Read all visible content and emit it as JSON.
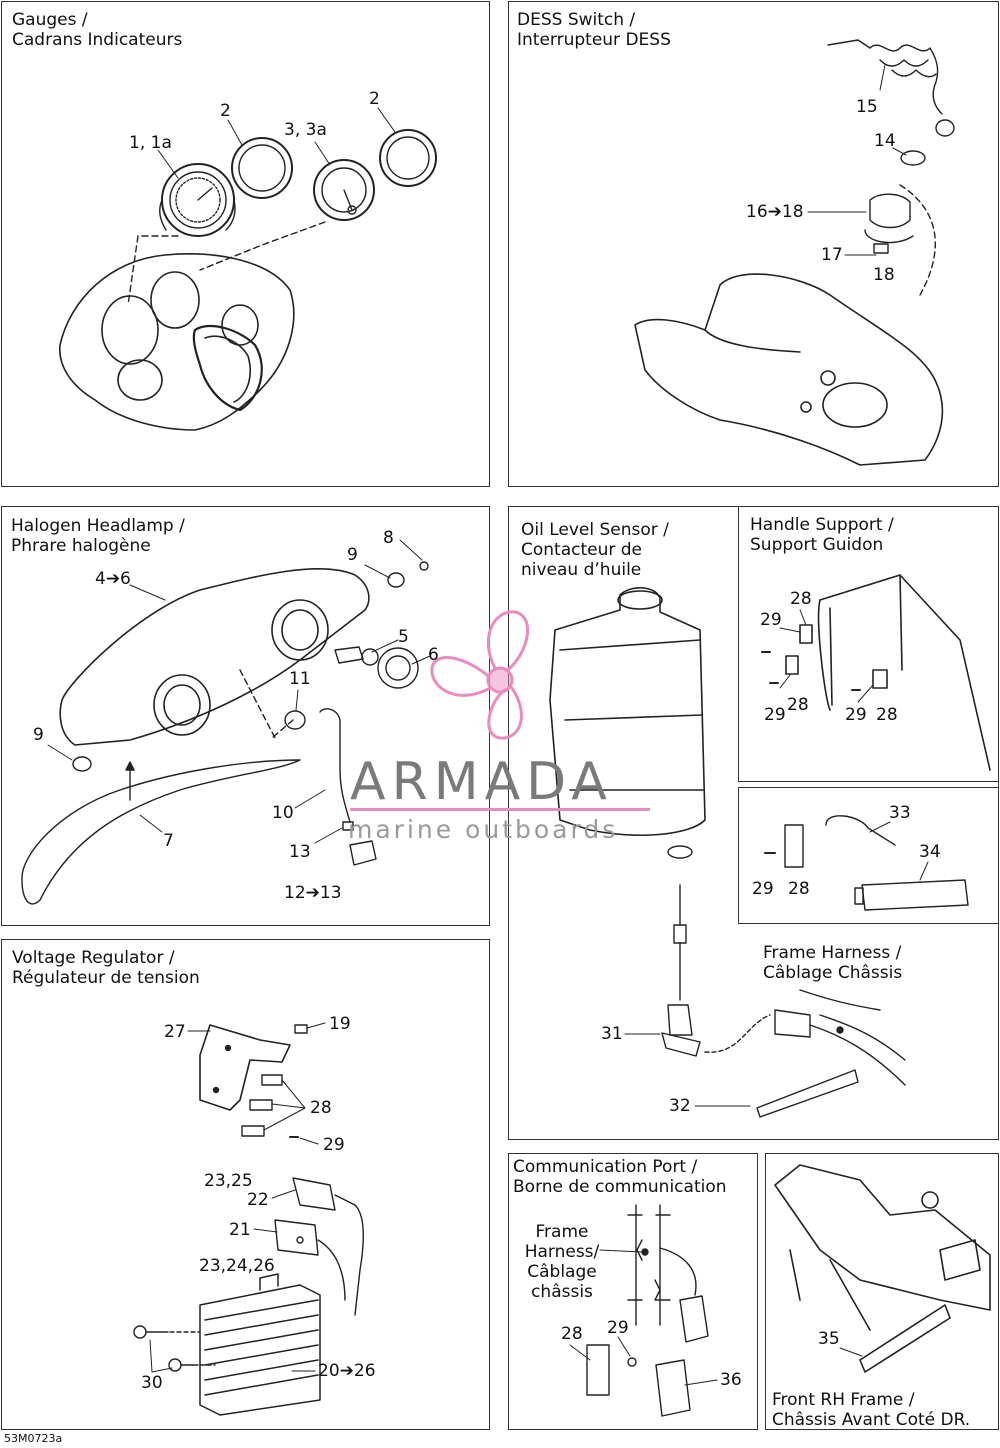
{
  "doc_code": "53M0723a",
  "watermark": {
    "brand": "ARMADA",
    "tagline": "marine outboards"
  },
  "panels": {
    "gauges": {
      "title_en": "Gauges /",
      "title_fr": "Cadrans Indicateurs",
      "callouts": [
        "1, 1a",
        "2",
        "3, 3a",
        "2"
      ]
    },
    "dess": {
      "title_en": "DESS Switch /",
      "title_fr": "Interrupteur DESS",
      "callouts": [
        "15",
        "14",
        "16➔18",
        "17",
        "18"
      ]
    },
    "headlamp": {
      "title_en": "Halogen Headlamp /",
      "title_fr": "Phrare halogène",
      "callouts": [
        "4➔6",
        "8",
        "9",
        "5",
        "6",
        "11",
        "9",
        "10",
        "7",
        "13",
        "12➔13"
      ]
    },
    "oil": {
      "title_1": "Oil Level Sensor /",
      "title_2": "Contacteur de",
      "title_3": "niveau d’huile",
      "callouts": [
        "31",
        "32"
      ]
    },
    "handle": {
      "title_en": "Handle Support /",
      "title_fr": "Support Guidon",
      "callouts": [
        "28",
        "29",
        "28",
        "29",
        "29",
        "28"
      ]
    },
    "kit": {
      "callouts": [
        "33",
        "34",
        "29",
        "28"
      ]
    },
    "frame_harness": {
      "title_en": "Frame Harness /",
      "title_fr": "Câblage Châssis"
    },
    "voltage": {
      "title_en": "Voltage Regulator /",
      "title_fr": "Régulateur de tension",
      "callouts": [
        "27",
        "19",
        "28",
        "29",
        "23,25",
        "22",
        "21",
        "23,24,26",
        "30",
        "20➔26"
      ]
    },
    "comm": {
      "title_en": "Communication Port /",
      "title_fr": "Borne de communication",
      "frame_label": [
        "Frame",
        "Harness/",
        "Câblage",
        "châssis"
      ],
      "callouts": [
        "28",
        "29",
        "36"
      ]
    },
    "front": {
      "title_en": "Front RH Frame  /",
      "title_fr": "Châssis Avant Coté DR.",
      "callouts": [
        "35"
      ]
    }
  }
}
